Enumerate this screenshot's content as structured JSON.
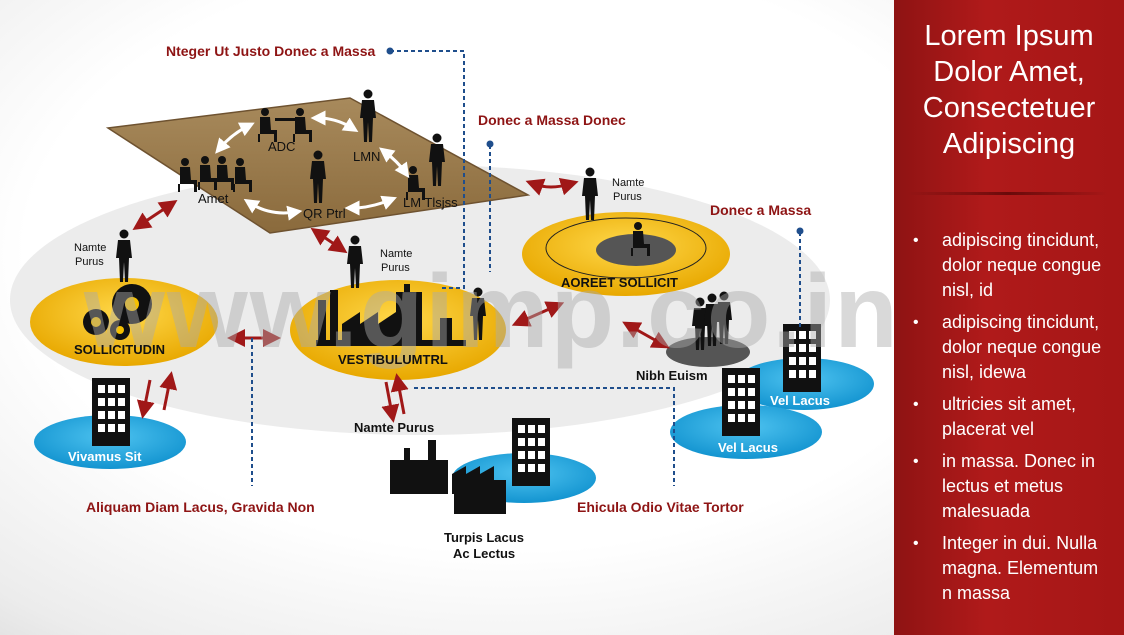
{
  "panel": {
    "title_lines": [
      "Lorem Ipsum",
      "Dolor Amet,",
      "Consectetuer",
      "Adipiscing"
    ],
    "bullets": [
      "adipiscing tincidunt, dolor neque congue nisl, id",
      "adipiscing tincidunt, dolor neque congue nisl, idewa",
      "ultricies sit amet, placerat vel",
      "in massa. Donec in lectus et metus malesuada",
      "Integer in dui. Nulla magna. Elementum n massa"
    ],
    "colors": {
      "background": "#a51616",
      "text": "#ffffff"
    }
  },
  "diagram": {
    "callouts": {
      "top": "Nteger Ut Justo Donec a Massa",
      "donec_massa_donec": "Donec a Massa Donec",
      "donec_massa": "Donec a Massa",
      "aliquam": "Aliquam Diam Lacus, Gravida Non",
      "ehicula": "Ehicula Odio Vitae Tortor"
    },
    "table_labels": {
      "adc": "ADC",
      "lmn": "LMN",
      "amet": "Amet",
      "qr": "QR Ptrl",
      "lm": "LM Tlsjss"
    },
    "person_labels": {
      "left_line1": "Namte",
      "left_line2": "Purus",
      "center_line1": "Namte",
      "center_line2": "Purus",
      "right_line1": "Namte",
      "right_line2": "Purus"
    },
    "nodes": {
      "sollicitudin": "SOLLICITUDIN",
      "vestibulum": "VESTIBULUMTRL",
      "aoreet": "AOREET SOLLICIT",
      "nibh": "Nibh Euism",
      "vivamus": "Vivamus Sit",
      "vel1": "Vel Lacus",
      "vel2": "Vel Lacus",
      "namte_purus": "Namte Purus",
      "turpis_line1": "Turpis Lacus",
      "turpis_line2": "Ac Lectus"
    },
    "watermark": "www.gimp.co.in",
    "colors": {
      "accent_red": "#8e1414",
      "yellow": "#f5b800",
      "blue": "#1fa5e0",
      "table": "#9c7b4f",
      "dotted_line": "#1f4e8c"
    }
  }
}
